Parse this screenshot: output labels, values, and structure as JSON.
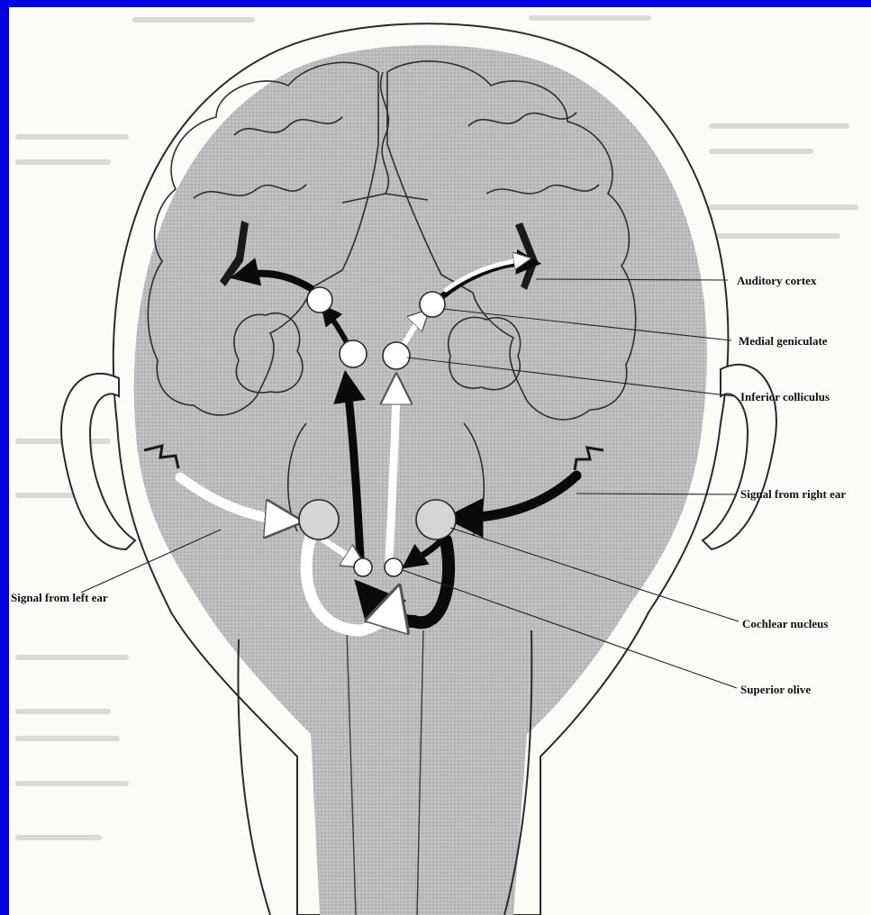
{
  "diagram": {
    "labels": {
      "auditory_cortex": "Auditory cortex",
      "medial_geniculate": "Medial geniculate",
      "inferior_colliculus": "Inferior colliculus",
      "signal_right_ear": "Signal from right ear",
      "cochlear_nucleus": "Cochlear nucleus",
      "superior_olive": "Superior olive",
      "signal_left_ear": "Signal from left ear"
    }
  },
  "colors": {
    "frame": "#0000e6",
    "paper": "#fbfbf8",
    "head_fill": "#b9b9b9",
    "outline": "#2a2a2a",
    "left_pathway": "#ffffff",
    "right_pathway": "#0a0a0a"
  }
}
